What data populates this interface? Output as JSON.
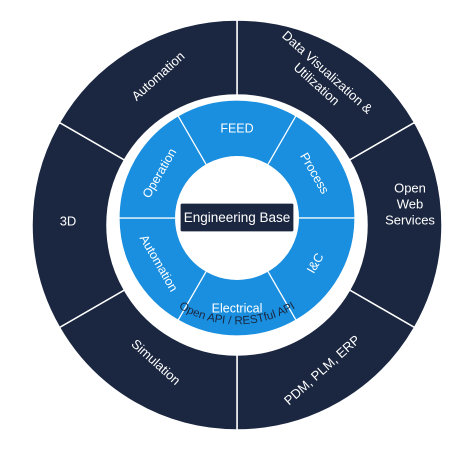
{
  "center": {
    "label": "Engineering Base"
  },
  "inner_ring": [
    {
      "id": "feed",
      "label": "FEED"
    },
    {
      "id": "process",
      "label": "Process"
    },
    {
      "id": "ic",
      "label": "I&C"
    },
    {
      "id": "electrical",
      "label": "Electrical"
    },
    {
      "id": "automation",
      "label": "Automation"
    },
    {
      "id": "operation",
      "label": "Operation"
    }
  ],
  "band": {
    "label": "Open API / RESTful API"
  },
  "outer_ring": [
    {
      "id": "data-visualization",
      "lines": [
        "Data Visualization &",
        "Utilization"
      ]
    },
    {
      "id": "open-web-services",
      "lines": [
        "Open",
        "Web",
        "Services"
      ]
    },
    {
      "id": "pdm-plm-erp",
      "lines": [
        "PDM, PLM, ERP"
      ]
    },
    {
      "id": "simulation",
      "lines": [
        "Simulation"
      ]
    },
    {
      "id": "3d",
      "lines": [
        "3D"
      ]
    },
    {
      "id": "automation-outer",
      "lines": [
        "Automation"
      ]
    }
  ],
  "colors": {
    "outer": "#1b2740",
    "inner": "#1a8fdf",
    "band": "#ffffff",
    "center": "#1b2740",
    "divider": "#ffffff"
  }
}
